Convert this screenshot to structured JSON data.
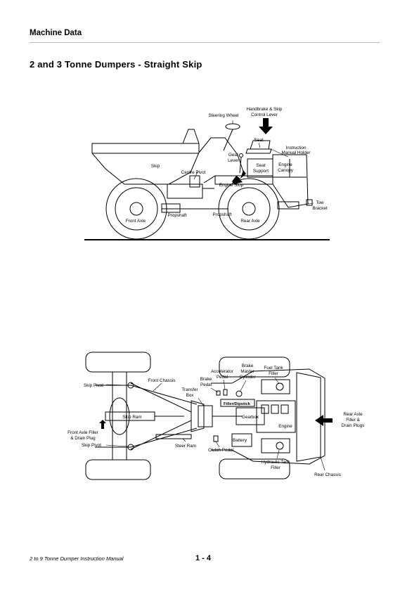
{
  "header": {
    "section": "Machine Data"
  },
  "page_title": "2 and 3 Tonne Dumpers - Straight Skip",
  "side_view": {
    "labels": {
      "steering_wheel": "Steering Wheel",
      "handbrake_1": "Handbrake & Skip",
      "handbrake_2": "Control Lever",
      "seat": "Seat",
      "instr_1": "Instruction",
      "instr_2": "Manual Holder",
      "gear_1": "Gear",
      "gear_2": "Lever",
      "skip": "Skip",
      "seat_sup_1": "Seat",
      "seat_sup_2": "Support",
      "canopy_1": "Engine",
      "canopy_2": "Canopy",
      "centre_pivot": "Centre Pivot",
      "engine_stop": "Engine Stop",
      "tow_1": "Tow",
      "tow_2": "Bracket",
      "front_axle": "Front Axle",
      "propshaft_1": "Propshaft",
      "propshaft_2": "Propshaft",
      "rear_axle": "Rear Axle"
    }
  },
  "plan_view": {
    "labels": {
      "brake_master_1": "Brake",
      "brake_master_2": "Master",
      "brake_master_3": "Cylinder",
      "fuel_1": "Fuel Tank",
      "fuel_2": "Filler",
      "accel_1": "Accelerator",
      "accel_2": "Pedal",
      "brake_pedal_1": "Brake",
      "brake_pedal_2": "Pedal",
      "front_chassis": "Front Chassis",
      "skip_pivot_1": "Skip Pivot",
      "transfer_1": "Transfer",
      "transfer_2": "Box",
      "filler_dipstick": "Filler/Dipstick",
      "skip_ram": "Skip Ram",
      "gearbox": "Gearbox",
      "engine": "Engine",
      "rear_axle_1": "Rear Axle",
      "rear_axle_2": "Filler &",
      "rear_axle_3": "Drain Plugs",
      "front_axle_filler_1": "Front Axle Filler",
      "front_axle_filler_2": "& Drain Plug",
      "skip_pivot_2": "Skip Pivot",
      "steer_ram": "Steer Ram",
      "battery": "Battery",
      "clutch_pedal": "Clutch Pedal",
      "hyd_1": "Hydraulic Tank",
      "hyd_2": "Filler",
      "rear_chassis": "Rear Chassis"
    }
  },
  "footer": {
    "manual": "2 to 9 Tonne Dumper Instruction Manual",
    "page": "1 - 4"
  }
}
